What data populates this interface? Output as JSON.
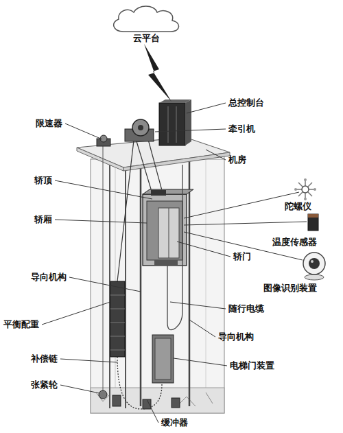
{
  "diagram": {
    "nodes": [
      {
        "text": [
          "云平台"
        ]
      }
    ],
    "labels": [
      "总控制台",
      "牵引机",
      "限速器",
      "机房",
      "轿顶",
      "轿厢",
      "陀螺仪",
      "温度传感器",
      "轿门",
      "图像识别装置",
      "导向机构",
      "随行电缆",
      "平衡配重",
      "导向机构",
      "电梯门装置",
      "补偿链",
      "张紧轮",
      "缓冲器"
    ]
  }
}
